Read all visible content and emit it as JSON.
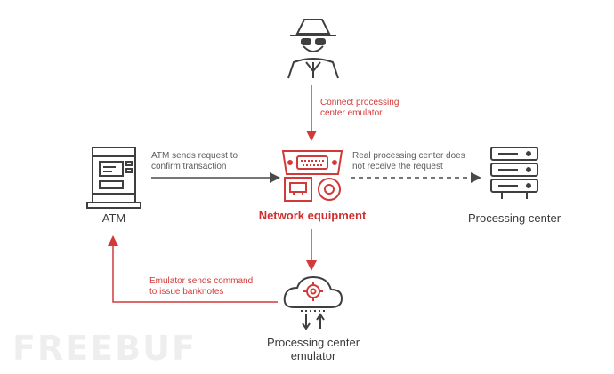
{
  "nodes": {
    "atm": "ATM",
    "network": "Network equipment",
    "processing": "Processing center",
    "emulator_line1": "Processing center",
    "emulator_line2": "emulator"
  },
  "edges": {
    "hacker_to_network": [
      "Connect processing",
      "center emulator"
    ],
    "atm_to_network": [
      "ATM sends request to",
      "confirm transaction"
    ],
    "network_to_processing": [
      "Real processing center does",
      "not receive the request"
    ],
    "emulator_to_atm": [
      "Emulator sends command",
      "to issue banknotes"
    ]
  },
  "watermark": "FREEBUF",
  "colors": {
    "accent": "#d23a3a",
    "line": "#4a4a4a",
    "icon": "#3f3f3f"
  },
  "icons": [
    "hacker-icon",
    "atm-icon",
    "network-equipment-icon",
    "server-icon",
    "cloud-gear-icon"
  ]
}
